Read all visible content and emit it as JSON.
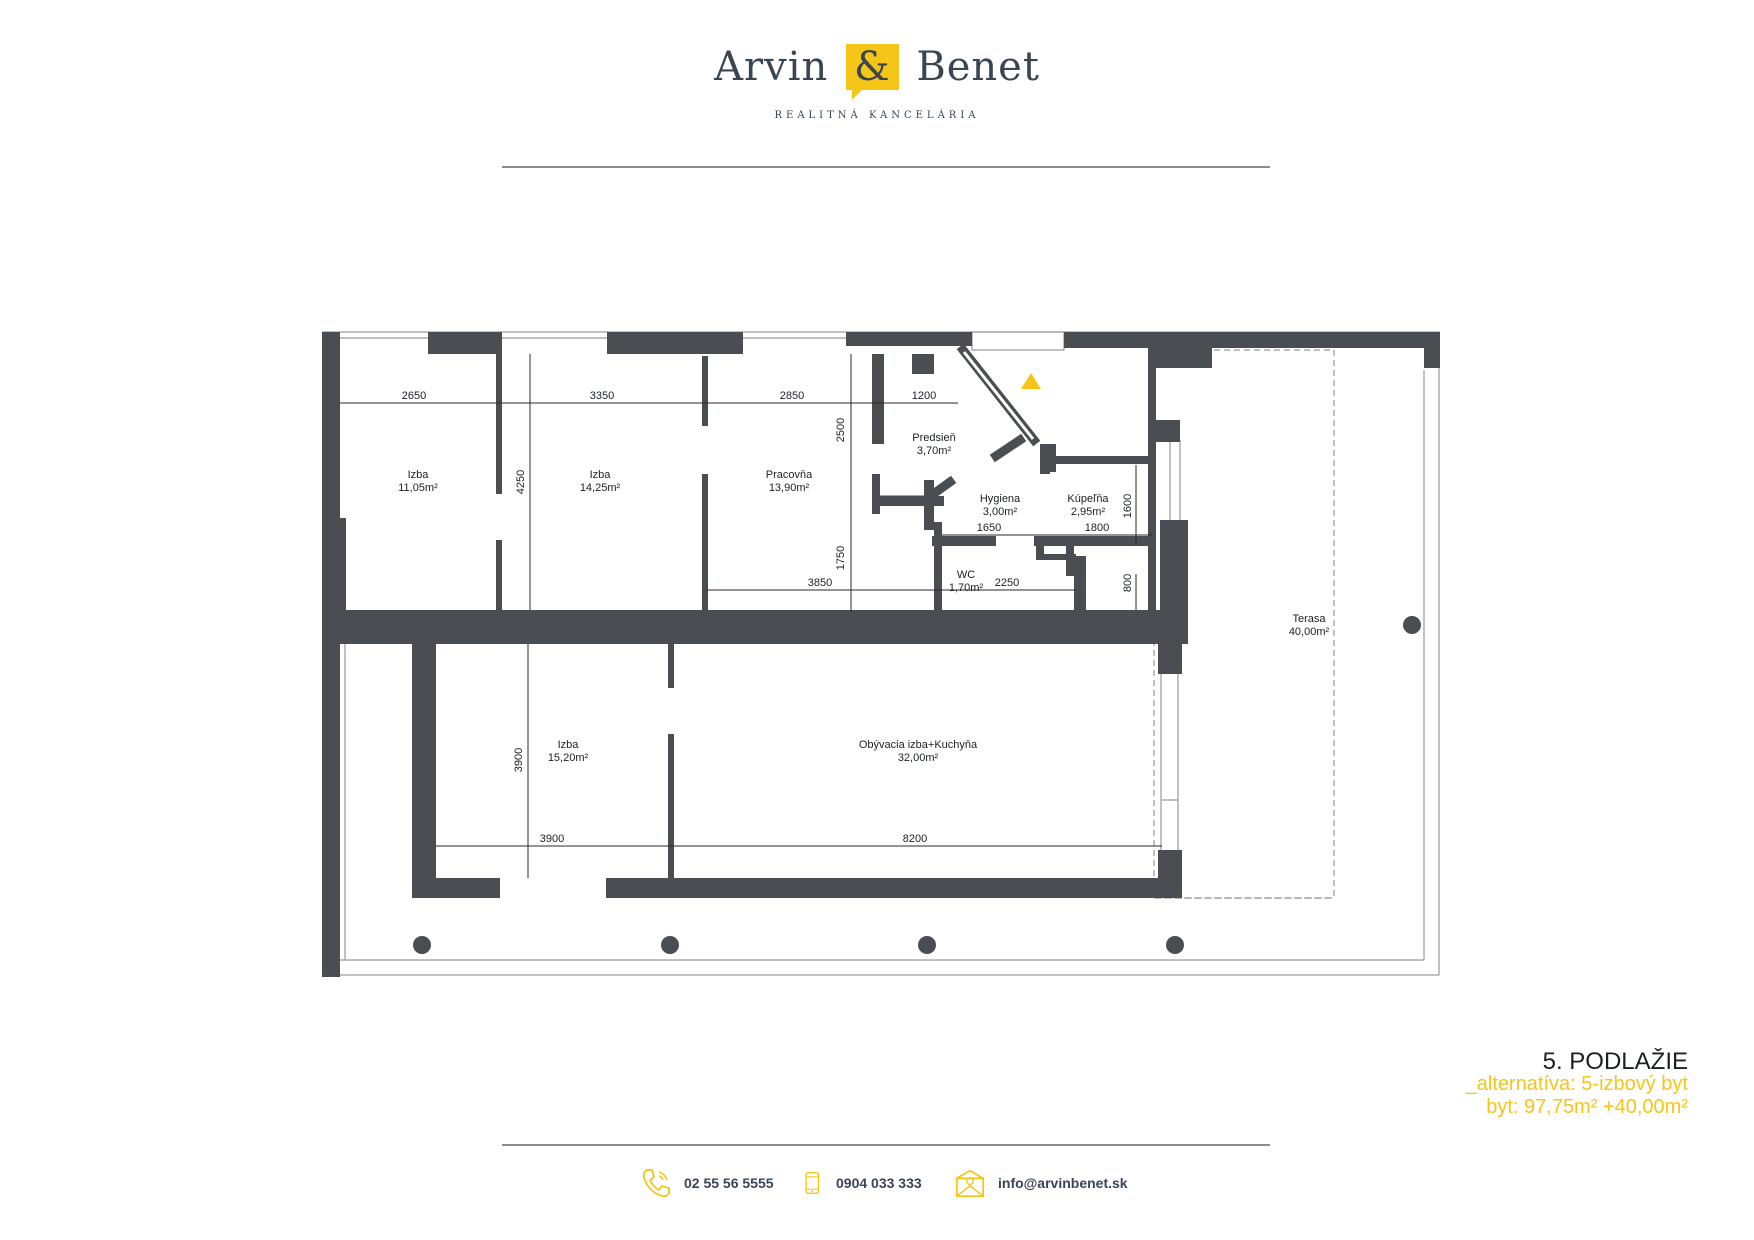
{
  "brand": {
    "name_left": "Arvin",
    "name_amp": "&",
    "name_right": "Benet",
    "tagline": "REALITNÁ KANCELÁRIA",
    "accent_color": "#f5c518",
    "text_color": "#3a4553"
  },
  "plan": {
    "rooms": [
      {
        "name": "Izba",
        "area": "11,05m²"
      },
      {
        "name": "Izba",
        "area": "14,25m²"
      },
      {
        "name": "Pracovňa",
        "area": "13,90m²"
      },
      {
        "name": "Predsieň",
        "area": "3,70m²"
      },
      {
        "name": "Hygiena",
        "area": "3,00m²"
      },
      {
        "name": "Kúpeľňa",
        "area": "2,95m²"
      },
      {
        "name": "WC",
        "area": "1,70m²"
      },
      {
        "name": "Terasa",
        "area": "40,00m²"
      },
      {
        "name": "Izba",
        "area": "15,20m²"
      },
      {
        "name": "Obývacia izba+Kuchyňa",
        "area": "32,00m²"
      }
    ],
    "dimensions": [
      "2650",
      "3350",
      "2850",
      "1200",
      "2500",
      "4250",
      "1750",
      "3850",
      "1650",
      "1800",
      "1600",
      "2250",
      "800",
      "3900",
      "3900",
      "8200"
    ]
  },
  "floor": {
    "title": "5. PODLAŽIE",
    "variant": "_alternatíva: 5-izbový byt",
    "area": "byt: 97,75m² +40,00m²"
  },
  "contacts": {
    "phone": "02 55 56 5555",
    "mobile": "0904 033 333",
    "email": "info@arvinbenet.sk",
    "icons": [
      "phone-icon",
      "mobile-icon",
      "email-icon"
    ]
  }
}
